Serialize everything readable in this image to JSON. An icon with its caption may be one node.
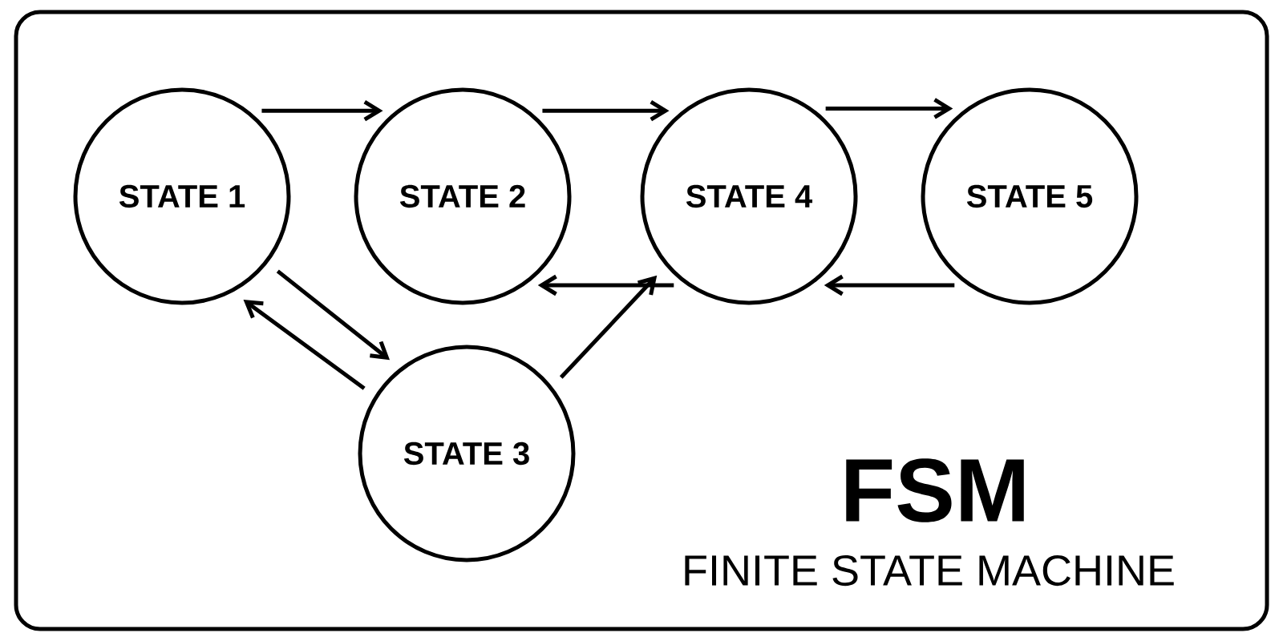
{
  "diagram": {
    "title": "FSM",
    "caption": "FINITE STATE MACHINE",
    "nodes": [
      {
        "text": [
          "STATE 1"
        ]
      },
      {
        "text": [
          "STATE 2"
        ]
      },
      {
        "text": [
          "STATE 4"
        ]
      },
      {
        "text": [
          "STATE 5"
        ]
      },
      {
        "text": [
          "STATE 3"
        ]
      }
    ],
    "edges": [
      {
        "from": 0,
        "to": 1,
        "arrow": "to"
      },
      {
        "from": 1,
        "to": 2,
        "arrow": "to"
      },
      {
        "from": 2,
        "to": 3,
        "arrow": "to"
      },
      {
        "from": 3,
        "to": 2,
        "arrow": "to"
      },
      {
        "from": 2,
        "to": 1,
        "arrow": "to"
      },
      {
        "from": 0,
        "to": 4,
        "arrow": "to"
      },
      {
        "from": 4,
        "to": 0,
        "arrow": "to"
      },
      {
        "from": 4,
        "to": 2,
        "arrow": "to"
      }
    ]
  }
}
